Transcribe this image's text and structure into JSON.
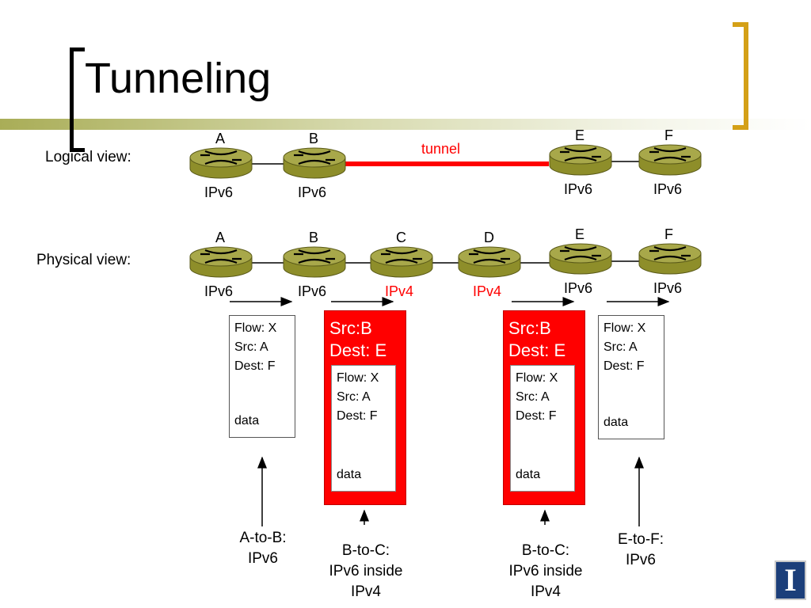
{
  "slide": {
    "title": "Tunneling",
    "accent": "#d4a017",
    "band_color": "#c5c98a"
  },
  "logical": {
    "label": "Logical view:",
    "tunnel_label": "tunnel",
    "tunnel_color": "#ff0000",
    "routers": [
      {
        "name": "A",
        "protocol": "IPv6"
      },
      {
        "name": "B",
        "protocol": "IPv6"
      },
      {
        "name": "E",
        "protocol": "IPv6"
      },
      {
        "name": "F",
        "protocol": "IPv6"
      }
    ]
  },
  "physical": {
    "label": "Physical view:",
    "routers": [
      {
        "name": "A",
        "protocol": "IPv6"
      },
      {
        "name": "B",
        "protocol": "IPv6"
      },
      {
        "name": "C",
        "protocol": "IPv4"
      },
      {
        "name": "D",
        "protocol": "IPv4"
      },
      {
        "name": "E",
        "protocol": "IPv6"
      },
      {
        "name": "F",
        "protocol": "IPv6"
      }
    ]
  },
  "packets": [
    {
      "flow": "Flow: X",
      "src": "Src: A",
      "dest": "Dest: F",
      "data": "data",
      "caption": [
        "A-to-B:",
        "IPv6"
      ]
    },
    {
      "outer_src": "Src:B",
      "outer_dest": "Dest: E",
      "flow": "Flow: X",
      "src": "Src: A",
      "dest": "Dest: F",
      "data": "data",
      "caption": [
        "B-to-C:",
        "IPv6 inside",
        "IPv4"
      ]
    },
    {
      "outer_src": "Src:B",
      "outer_dest": "Dest: E",
      "flow": "Flow: X",
      "src": "Src: A",
      "dest": "Dest: F",
      "data": "data",
      "caption": [
        "B-to-C:",
        "IPv6 inside",
        "IPv4"
      ]
    },
    {
      "flow": "Flow: X",
      "src": "Src: A",
      "dest": "Dest: F",
      "data": "data",
      "caption": [
        "E-to-F:",
        "IPv6"
      ]
    }
  ],
  "router_colors": {
    "body": "#8e8e2a",
    "top": "#a8a84a",
    "x": "#000000"
  },
  "logo": {
    "letter": "I",
    "bg": "#1c3f7a"
  }
}
